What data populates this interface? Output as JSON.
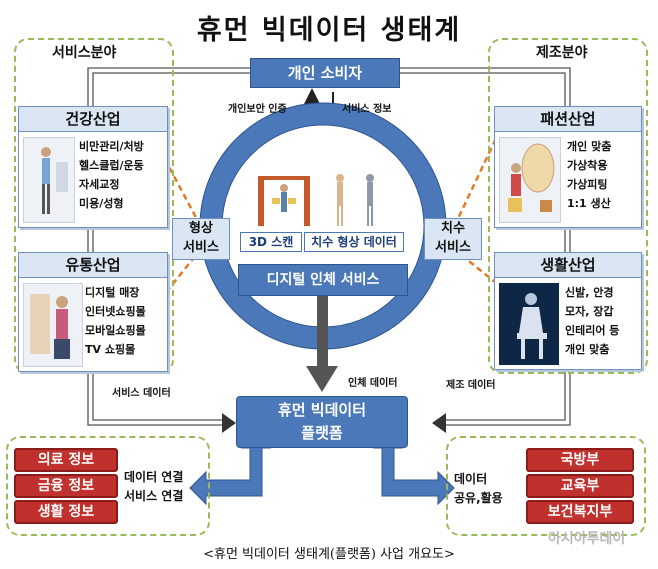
{
  "title": "휴먼 빅데이터 생태계",
  "consumer": "개인 소비자",
  "auth_label": "개인보안 인증",
  "service_info_label": "서비스 정보",
  "left_section": "서비스분야",
  "right_section": "제조분야",
  "health": {
    "title": "건강산업",
    "items": [
      "비만관리/처방",
      "헬스클럽/운동",
      "자세교정",
      "미용/성형"
    ]
  },
  "retail": {
    "title": "유통산업",
    "items": [
      "디지털 매장",
      "인터넷쇼핑몰",
      "모바일쇼핑몰",
      "TV 쇼핑몰"
    ]
  },
  "fashion": {
    "title": "패션산업",
    "items": [
      "개인 맞춤",
      "가상착용",
      "가상피팅",
      "1:1 생산"
    ]
  },
  "living": {
    "title": "생활산업",
    "items": [
      "신발, 안경",
      "모자, 장갑",
      "인테리어 등",
      "개인 맞춤"
    ]
  },
  "shape_service": [
    "형상",
    "서비스"
  ],
  "size_service": [
    "치수",
    "서비스"
  ],
  "scan_3d": "3D 스캔",
  "size_shape_data": "치수 형상 데이터",
  "digital_body_service": "디지털 인체 서비스",
  "body_data": "인체 데이터",
  "service_data": "서비스 데이터",
  "manufacturing_data": "제조 데이터",
  "platform": [
    "휴먼 빅데이터",
    "플랫폼"
  ],
  "left_info": [
    "의료 정보",
    "금융 정보",
    "생활 정보"
  ],
  "data_link": [
    "데이터 연결",
    "서비스 연결"
  ],
  "right_agencies": [
    "국방부",
    "교육부",
    "보건복지부"
  ],
  "data_share": [
    "데이터",
    "공유,활용"
  ],
  "caption": "<휴먼 빅데이터 생태계(플랫폼) 사업 개요도>",
  "watermark": "아시아투데이",
  "colors": {
    "primary_blue": "#4a78b8",
    "light_blue": "#dbe6f4",
    "red": "#c0302c",
    "green_dash": "#9aba5a",
    "orange_dash": "#e07b2a"
  }
}
